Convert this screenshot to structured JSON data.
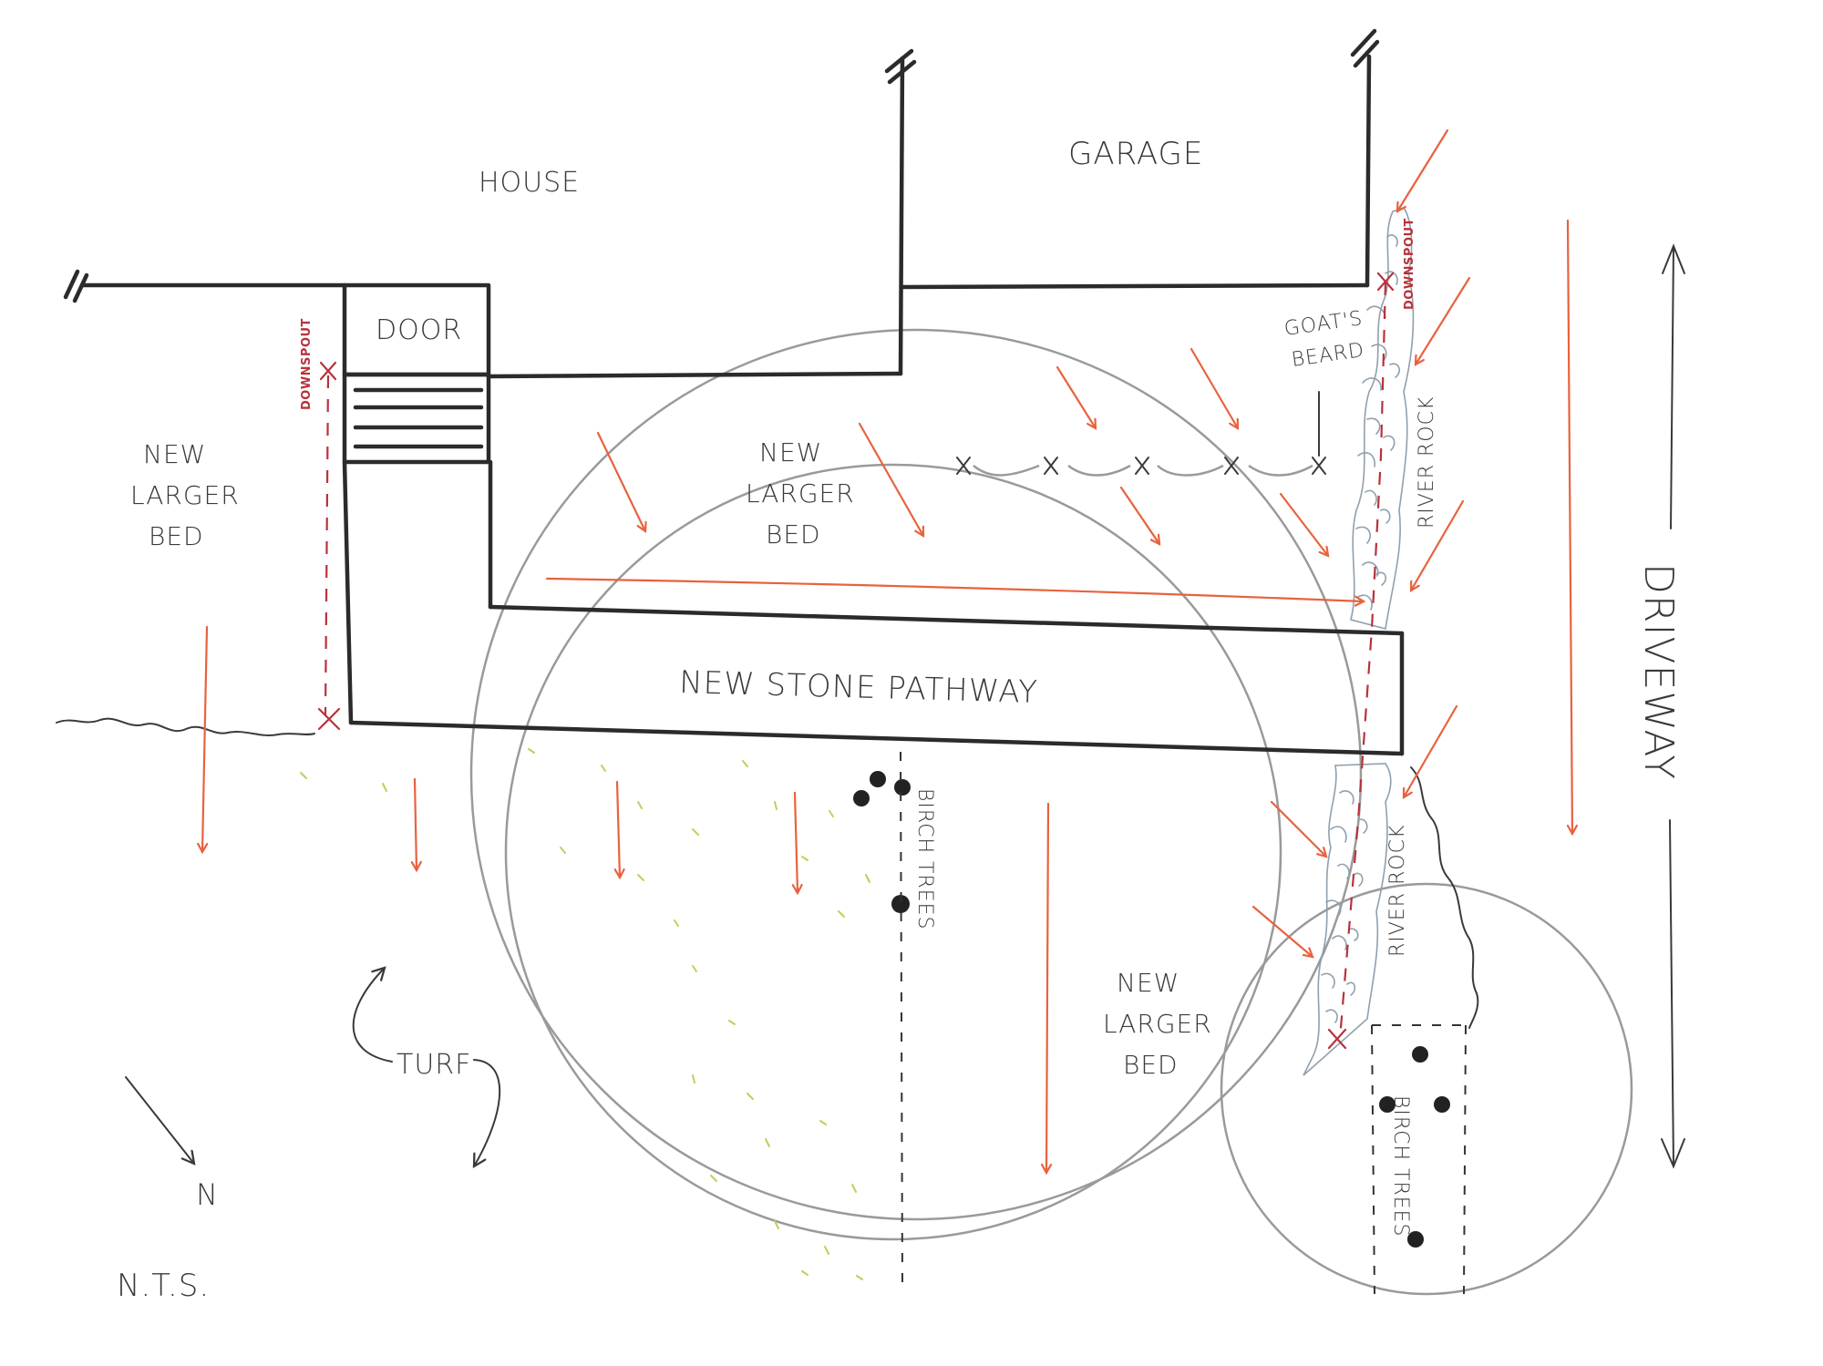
{
  "labels": {
    "house": "HOUSE",
    "garage": "GARAGE",
    "door": "DOOR",
    "bed_left_1": "NEW",
    "bed_left_2": "LARGER",
    "bed_left_3": "BED",
    "bed_center_1": "NEW",
    "bed_center_2": "LARGER",
    "bed_center_3": "BED",
    "bed_right_1": "NEW",
    "bed_right_2": "LARGER",
    "bed_right_3": "BED",
    "pathway": "NEW  STONE PATHWAY",
    "goats_beard_1": "GOAT'S",
    "goats_beard_2": "BEARD",
    "river_rock_top": "RIVER ROCK",
    "river_rock_bottom": "RIVER ROCK",
    "birch_trees_1": "BIRCH TREES",
    "birch_trees_2": "BIRCH TREES",
    "downspout_left": "DOWNSPOUT",
    "downspout_right": "DOWNSPOUT",
    "driveway": "DRIVEWAY",
    "turf": "TURF",
    "north": "N",
    "scale": "N.T.S."
  },
  "colors": {
    "walls": "#2b2b2b",
    "water_flow": "#e8623e",
    "drainage": "#b8323c",
    "canopy": "#9a9a9a",
    "river_rock": "#8fa0ad",
    "turf": "#b7d35a"
  }
}
